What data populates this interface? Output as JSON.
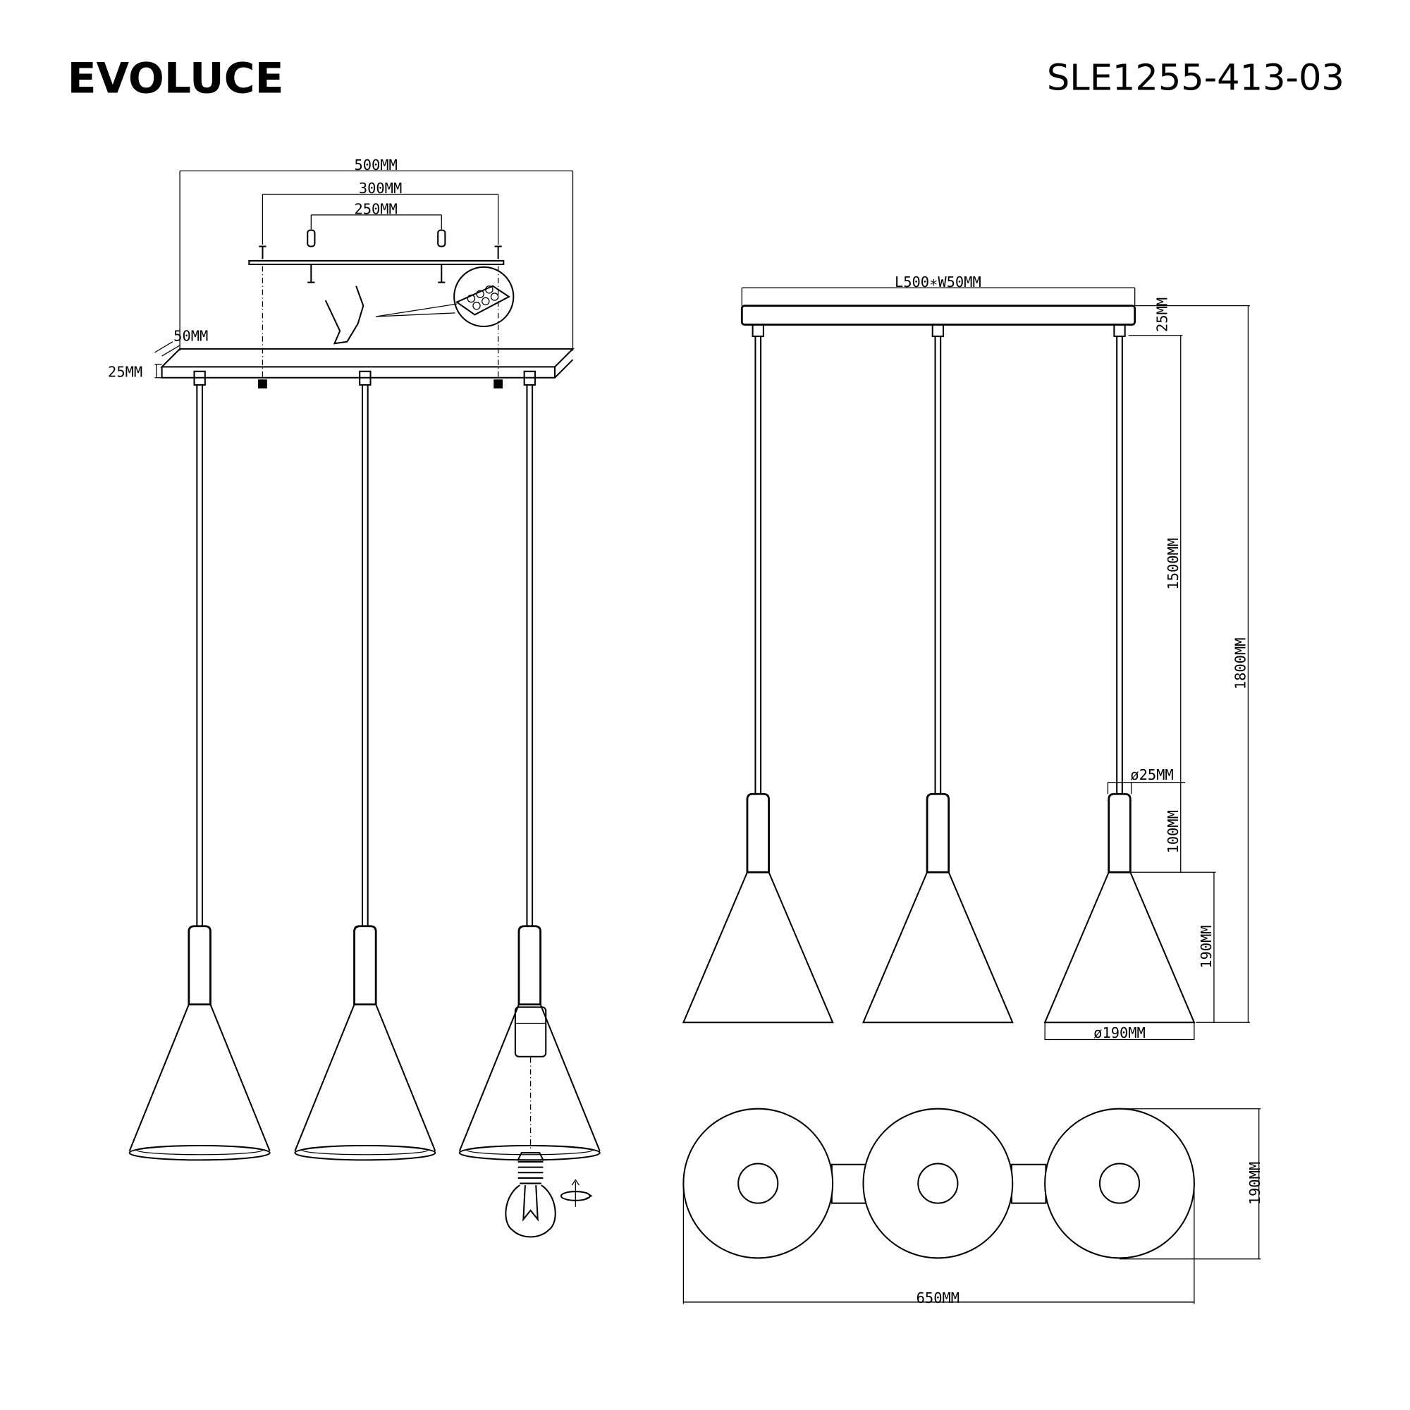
{
  "header": {
    "brand": "EVOLUCE",
    "model": "SLE1255-413-03"
  },
  "left_view": {
    "dim_total_width": "500MM",
    "dim_screw_spacing": "300MM",
    "dim_anchor_spacing": "250MM",
    "dim_depth": "50MM",
    "dim_height": "25MM"
  },
  "front_view": {
    "dim_canopy": "L500∗W50MM",
    "dim_canopy_height": "25MM",
    "dim_cable": "1500MM",
    "dim_total_height": "1800MM",
    "dim_holder_diameter": "ø25MM",
    "dim_holder_height": "100MM",
    "dim_shade_height": "190MM",
    "dim_shade_diameter": "ø190MM"
  },
  "bottom_view": {
    "dim_diameter": "190MM",
    "dim_total_length": "650MM"
  },
  "icons": [
    "rotate-arrow-icon",
    "light-bulb-icon",
    "terminal-block-icon"
  ]
}
